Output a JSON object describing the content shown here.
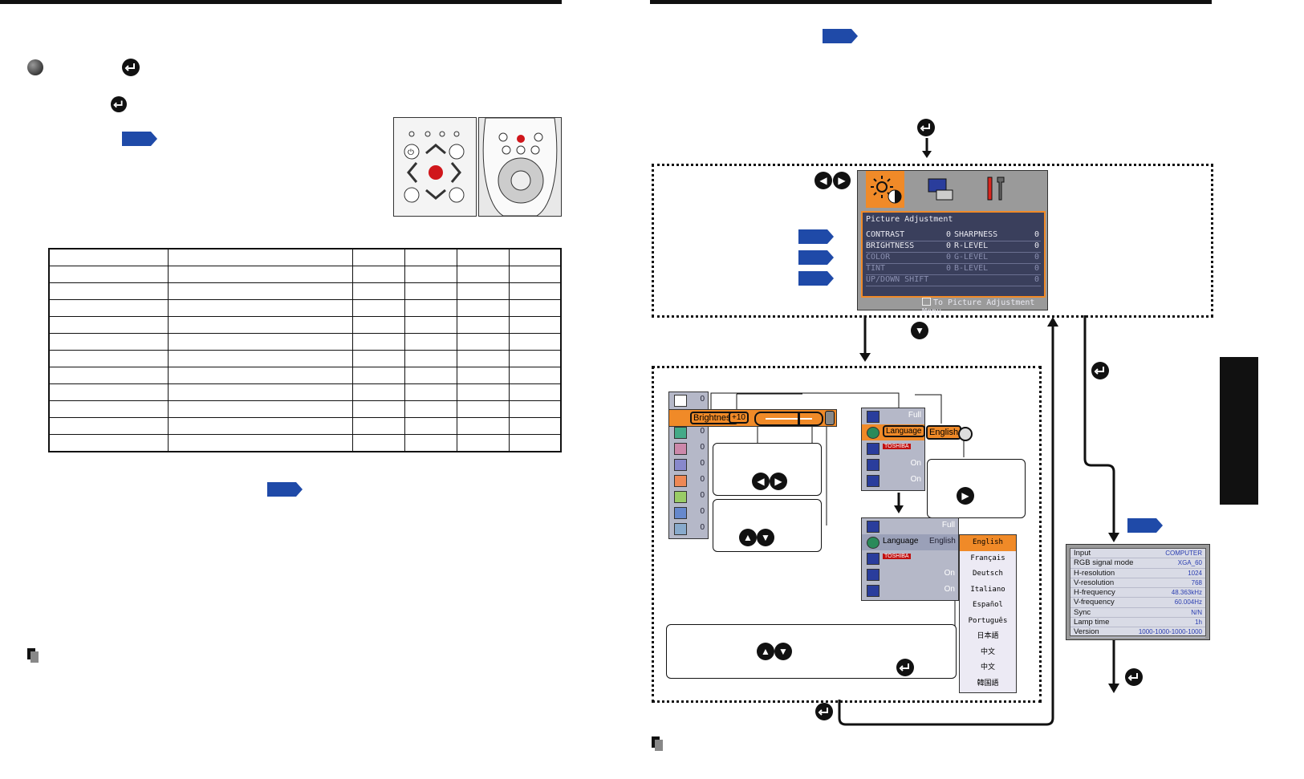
{
  "osd_main": {
    "title": "Picture Adjustment",
    "left_items": [
      {
        "label": "CONTRAST",
        "value": "0"
      },
      {
        "label": "BRIGHTNESS",
        "value": "0"
      },
      {
        "label": "COLOR",
        "value": "0"
      },
      {
        "label": "TINT",
        "value": "0"
      },
      {
        "label": "UP/DOWN SHIFT",
        "value": ""
      }
    ],
    "right_items": [
      {
        "label": "SHARPNESS",
        "value": "0"
      },
      {
        "label": "R-LEVEL",
        "value": "0"
      },
      {
        "label": "G-LEVEL",
        "value": "0"
      },
      {
        "label": "B-LEVEL",
        "value": "0"
      },
      {
        "label": "",
        "value": "0"
      }
    ],
    "footer": "To Picture Adjustment Menu"
  },
  "sub_menu_picture": {
    "values": [
      "0",
      "0",
      "0",
      "0",
      "0",
      "0",
      "0",
      "0"
    ],
    "active_label": "Brightness",
    "active_value": "+10"
  },
  "sub_menu_display": {
    "rows": [
      {
        "label": "",
        "value": "Full"
      },
      {
        "label": "Language",
        "value": "English"
      },
      {
        "label": "TOSHIBA",
        "value": ""
      },
      {
        "label": "",
        "value": "On"
      },
      {
        "label": "",
        "value": "On"
      }
    ]
  },
  "language_list": [
    "English",
    "Français",
    "Deutsch",
    "Italiano",
    "Español",
    "Português",
    "日本語",
    "中文",
    "中文",
    "韓国語"
  ],
  "info_panel": {
    "rows": [
      {
        "label": "Input",
        "value": "COMPUTER"
      },
      {
        "label": "RGB signal mode",
        "value": "XGA_60"
      },
      {
        "label": "H-resolution",
        "value": "1024"
      },
      {
        "label": "V-resolution",
        "value": "768"
      },
      {
        "label": "H-frequency",
        "value": "48.363kHz"
      },
      {
        "label": "V-frequency",
        "value": "60.004Hz"
      },
      {
        "label": "Sync",
        "value": "N/N"
      },
      {
        "label": "Lamp time",
        "value": "1h"
      },
      {
        "label": "Version",
        "value": "1000-1000-1000-1000"
      }
    ]
  },
  "colors": {
    "accent": "#f08a28",
    "tag_blue": "#1f4aa8",
    "osd_bg": "#3a3f5c"
  }
}
